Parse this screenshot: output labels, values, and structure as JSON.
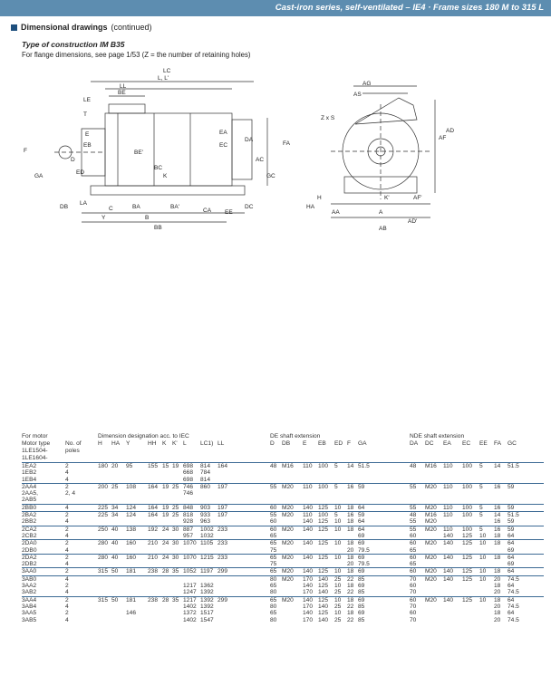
{
  "header": {
    "title": "Cast-iron series, self-ventilated – IE4 · Frame sizes 180 M to 315 L"
  },
  "section": {
    "title": "Dimensional drawings",
    "cont": "(continued)"
  },
  "construction": {
    "title": "Type of construction IM B35",
    "note": "For flange dimensions, see page 1/53 (Z = the number of retaining holes)"
  },
  "drawing_labels": {
    "lc": "LC",
    "l": "L, L'",
    "ll": "LL",
    "be": "BE",
    "le": "LE",
    "t": "T",
    "e": "E",
    "eb": "EB",
    "ed": "ED",
    "f": "F",
    "ga": "GA",
    "d": "D",
    "ea": "EA",
    "ec": "EC",
    "da": "DA",
    "fa": "FA",
    "bc": "BC",
    "k": "K",
    "db": "DB",
    "la": "LA",
    "c": "C",
    "y": "Y",
    "ba": "BA",
    "b": "B",
    "baprime": "BA'",
    "bb": "BB",
    "ca": "CA",
    "ee": "EE",
    "dc": "DC",
    "gc": "GC",
    "ac": "AC",
    "beprime": "BE'",
    "ag": "AG",
    "as": "AS",
    "zxs": "Z x S",
    "af": "AF",
    "ad": "AD",
    "ha": "HA",
    "h": "H",
    "aa": "AA",
    "a": "A",
    "adprime": "AD'",
    "ab": "AB",
    "kprime": "K'",
    "afprime": "AF'"
  },
  "table": {
    "head1": {
      "motor": "For motor",
      "dim": "Dimension designation acc. to IEC",
      "de": "DE shaft extension",
      "nde": "NDE shaft extension"
    },
    "head2": {
      "motortype": "Motor type",
      "poles": "No. of",
      "poles2": "poles",
      "prefix1": "1LE1504-",
      "prefix2": "1LE1604-",
      "cols": [
        "H",
        "HA",
        "Y",
        "HH",
        "K",
        "K'",
        "L",
        "LC1)",
        "LL",
        "D",
        "DB",
        "E",
        "EB",
        "ED",
        "F",
        "GA",
        "DA",
        "DC",
        "EA",
        "EC",
        "EE",
        "FA",
        "GC"
      ]
    },
    "groups": [
      [
        [
          "1EA2",
          "2",
          "180",
          "20",
          "95",
          "155",
          "15",
          "19",
          "698",
          "814",
          "164",
          "48",
          "M16",
          "110",
          "100",
          "5",
          "14",
          "51.5",
          "48",
          "M16",
          "110",
          "100",
          "5",
          "14",
          "51.5"
        ],
        [
          "1EB2",
          "4",
          "",
          "",
          "",
          "",
          "",
          "",
          "668",
          "784",
          "",
          "",
          "",
          "",
          "",
          "",
          "",
          "",
          "",
          "",
          "",
          "",
          "",
          "",
          ""
        ],
        [
          "1EB4",
          "4",
          "",
          "",
          "",
          "",
          "",
          "",
          "698",
          "814",
          "",
          "",
          "",
          "",
          "",
          "",
          "",
          "",
          "",
          "",
          "",
          "",
          "",
          "",
          ""
        ]
      ],
      [
        [
          "2AA4",
          "2",
          "200",
          "25",
          "108",
          "164",
          "19",
          "25",
          "746",
          "860",
          "197",
          "55",
          "M20",
          "110",
          "100",
          "5",
          "16",
          "59",
          "55",
          "M20",
          "110",
          "100",
          "5",
          "16",
          "59"
        ],
        [
          "2AA5,",
          "2, 4",
          "",
          "",
          "",
          "",
          "",
          "",
          "746",
          "",
          "",
          "",
          "",
          "",
          "",
          "",
          "",
          "",
          "",
          "",
          "",
          "",
          "",
          "",
          ""
        ],
        [
          "2AB5",
          "",
          "",
          "",
          "",
          "",
          "",
          "",
          "",
          "",
          "",
          "",
          "",
          "",
          "",
          "",
          "",
          "",
          "",
          "",
          "",
          "",
          "",
          "",
          ""
        ]
      ],
      [
        [
          "2BB0",
          "4",
          "225",
          "34",
          "124",
          "164",
          "19",
          "25",
          "848",
          "903",
          "197",
          "60",
          "M20",
          "140",
          "125",
          "10",
          "18",
          "64",
          "55",
          "M20",
          "110",
          "100",
          "5",
          "16",
          "59"
        ]
      ],
      [
        [
          "2BA2",
          "2",
          "225",
          "34",
          "124",
          "164",
          "19",
          "25",
          "818",
          "933",
          "197",
          "55",
          "M20",
          "110",
          "100",
          "5",
          "16",
          "59",
          "48",
          "M16",
          "110",
          "100",
          "5",
          "14",
          "51.5"
        ],
        [
          "2BB2",
          "4",
          "",
          "",
          "",
          "",
          "",
          "",
          "928",
          "963",
          "",
          "60",
          "",
          "140",
          "125",
          "10",
          "18",
          "64",
          "55",
          "M20",
          "",
          "",
          "",
          "16",
          "59"
        ]
      ],
      [
        [
          "2CA2",
          "2",
          "250",
          "40",
          "138",
          "192",
          "24",
          "30",
          "887",
          "1002",
          "233",
          "60",
          "M20",
          "140",
          "125",
          "10",
          "18",
          "64",
          "55",
          "M20",
          "110",
          "100",
          "5",
          "16",
          "59"
        ],
        [
          "2CB2",
          "4",
          "",
          "",
          "",
          "",
          "",
          "",
          "957",
          "1032",
          "",
          "65",
          "",
          "",
          "",
          "",
          "",
          "69",
          "60",
          "",
          "140",
          "125",
          "10",
          "18",
          "64"
        ]
      ],
      [
        [
          "2DA0",
          "2",
          "280",
          "40",
          "160",
          "210",
          "24",
          "30",
          "1070",
          "1105",
          "233",
          "65",
          "M20",
          "140",
          "125",
          "10",
          "18",
          "69",
          "60",
          "M20",
          "140",
          "125",
          "10",
          "18",
          "64"
        ],
        [
          "2DB0",
          "4",
          "",
          "",
          "",
          "",
          "",
          "",
          "",
          "",
          "",
          "75",
          "",
          "",
          "",
          "",
          "20",
          "79.5",
          "65",
          "",
          "",
          "",
          "",
          "",
          "69"
        ]
      ],
      [
        [
          "2DA2",
          "2",
          "280",
          "40",
          "160",
          "210",
          "24",
          "30",
          "1070",
          "1215",
          "233",
          "65",
          "M20",
          "140",
          "125",
          "10",
          "18",
          "69",
          "60",
          "M20",
          "140",
          "125",
          "10",
          "18",
          "64"
        ],
        [
          "2DB2",
          "4",
          "",
          "",
          "",
          "",
          "",
          "",
          "",
          "",
          "",
          "75",
          "",
          "",
          "",
          "",
          "20",
          "79.5",
          "65",
          "",
          "",
          "",
          "",
          "",
          "69"
        ]
      ],
      [
        [
          "3AA0",
          "2",
          "315",
          "50",
          "181",
          "238",
          "28",
          "35",
          "1052",
          "1197",
          "299",
          "65",
          "M20",
          "140",
          "125",
          "10",
          "18",
          "69",
          "60",
          "M20",
          "140",
          "125",
          "10",
          "18",
          "64"
        ]
      ],
      [
        [
          "3AB0",
          "4",
          "",
          "",
          "",
          "",
          "",
          "",
          "",
          "",
          "",
          "80",
          "M20",
          "170",
          "140",
          "25",
          "22",
          "85",
          "70",
          "M20",
          "140",
          "125",
          "10",
          "20",
          "74.5"
        ],
        [
          "3AA2",
          "2",
          "",
          "",
          "",
          "",
          "",
          "",
          "1217",
          "1362",
          "",
          "65",
          "",
          "140",
          "125",
          "10",
          "18",
          "69",
          "60",
          "",
          "",
          "",
          "",
          "18",
          "64"
        ],
        [
          "3AB2",
          "4",
          "",
          "",
          "",
          "",
          "",
          "",
          "1247",
          "1392",
          "",
          "80",
          "",
          "170",
          "140",
          "25",
          "22",
          "85",
          "70",
          "",
          "",
          "",
          "",
          "20",
          "74.5"
        ]
      ],
      [
        [
          "3AA4",
          "2",
          "315",
          "50",
          "181",
          "238",
          "28",
          "35",
          "1217",
          "1392",
          "299",
          "65",
          "M20",
          "140",
          "125",
          "10",
          "18",
          "69",
          "60",
          "M20",
          "140",
          "125",
          "10",
          "18",
          "64"
        ],
        [
          "3AB4",
          "4",
          "",
          "",
          "",
          "",
          "",
          "",
          "1402",
          "1392",
          "",
          "80",
          "",
          "170",
          "140",
          "25",
          "22",
          "85",
          "70",
          "",
          "",
          "",
          "",
          "20",
          "74.5"
        ],
        [
          "3AA5",
          "2",
          "",
          "",
          "146",
          "",
          "",
          "",
          "1372",
          "1517",
          "",
          "65",
          "",
          "140",
          "125",
          "10",
          "18",
          "69",
          "60",
          "",
          "",
          "",
          "",
          "18",
          "64"
        ],
        [
          "3AB5",
          "4",
          "",
          "",
          "",
          "",
          "",
          "",
          "1402",
          "1547",
          "",
          "80",
          "",
          "170",
          "140",
          "25",
          "22",
          "85",
          "70",
          "",
          "",
          "",
          "",
          "20",
          "74.5"
        ]
      ]
    ]
  }
}
